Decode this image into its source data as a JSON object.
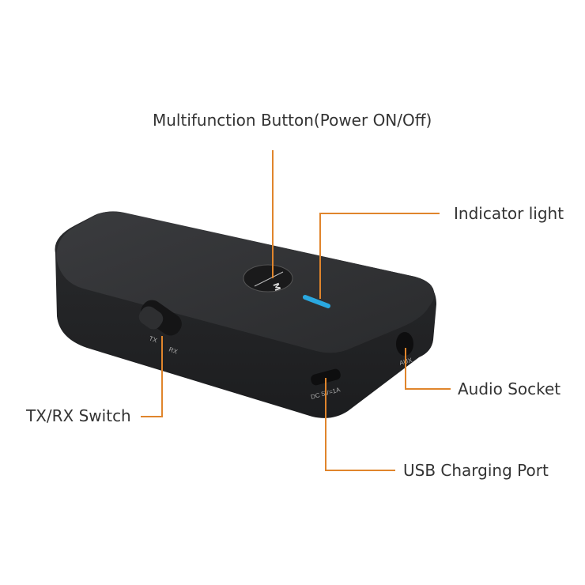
{
  "callouts": {
    "multifunction_button": "Multifunction Button(Power ON/Off)",
    "indicator_light": "Indicator light",
    "tx_rx_switch": "TX/RX Switch",
    "audio_socket": "Audio Socket",
    "usb_charging_port": "USB Charging Port"
  },
  "device_markings": {
    "tx": "TX",
    "rx": "RX",
    "aux": "AUX",
    "dc": "DC 5V=1A",
    "button_m": "M"
  },
  "colors": {
    "leader_line": "#e0852c",
    "indicator_led": "#2aa8e0",
    "device_body": "#2b2c2e"
  }
}
